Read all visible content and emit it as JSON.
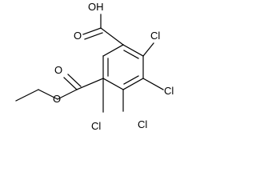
{
  "molecule": {
    "colors": {
      "bond": "#000000",
      "label": "#000000",
      "background": "#ffffff"
    },
    "labels": {
      "oh": "OH",
      "o_acid": "O",
      "o_ester_carbonyl": "O",
      "o_ester_link": "O",
      "cl_top": "Cl",
      "cl_right": "Cl",
      "cl_bottom_right": "Cl",
      "cl_bottom_left": "Cl"
    }
  }
}
